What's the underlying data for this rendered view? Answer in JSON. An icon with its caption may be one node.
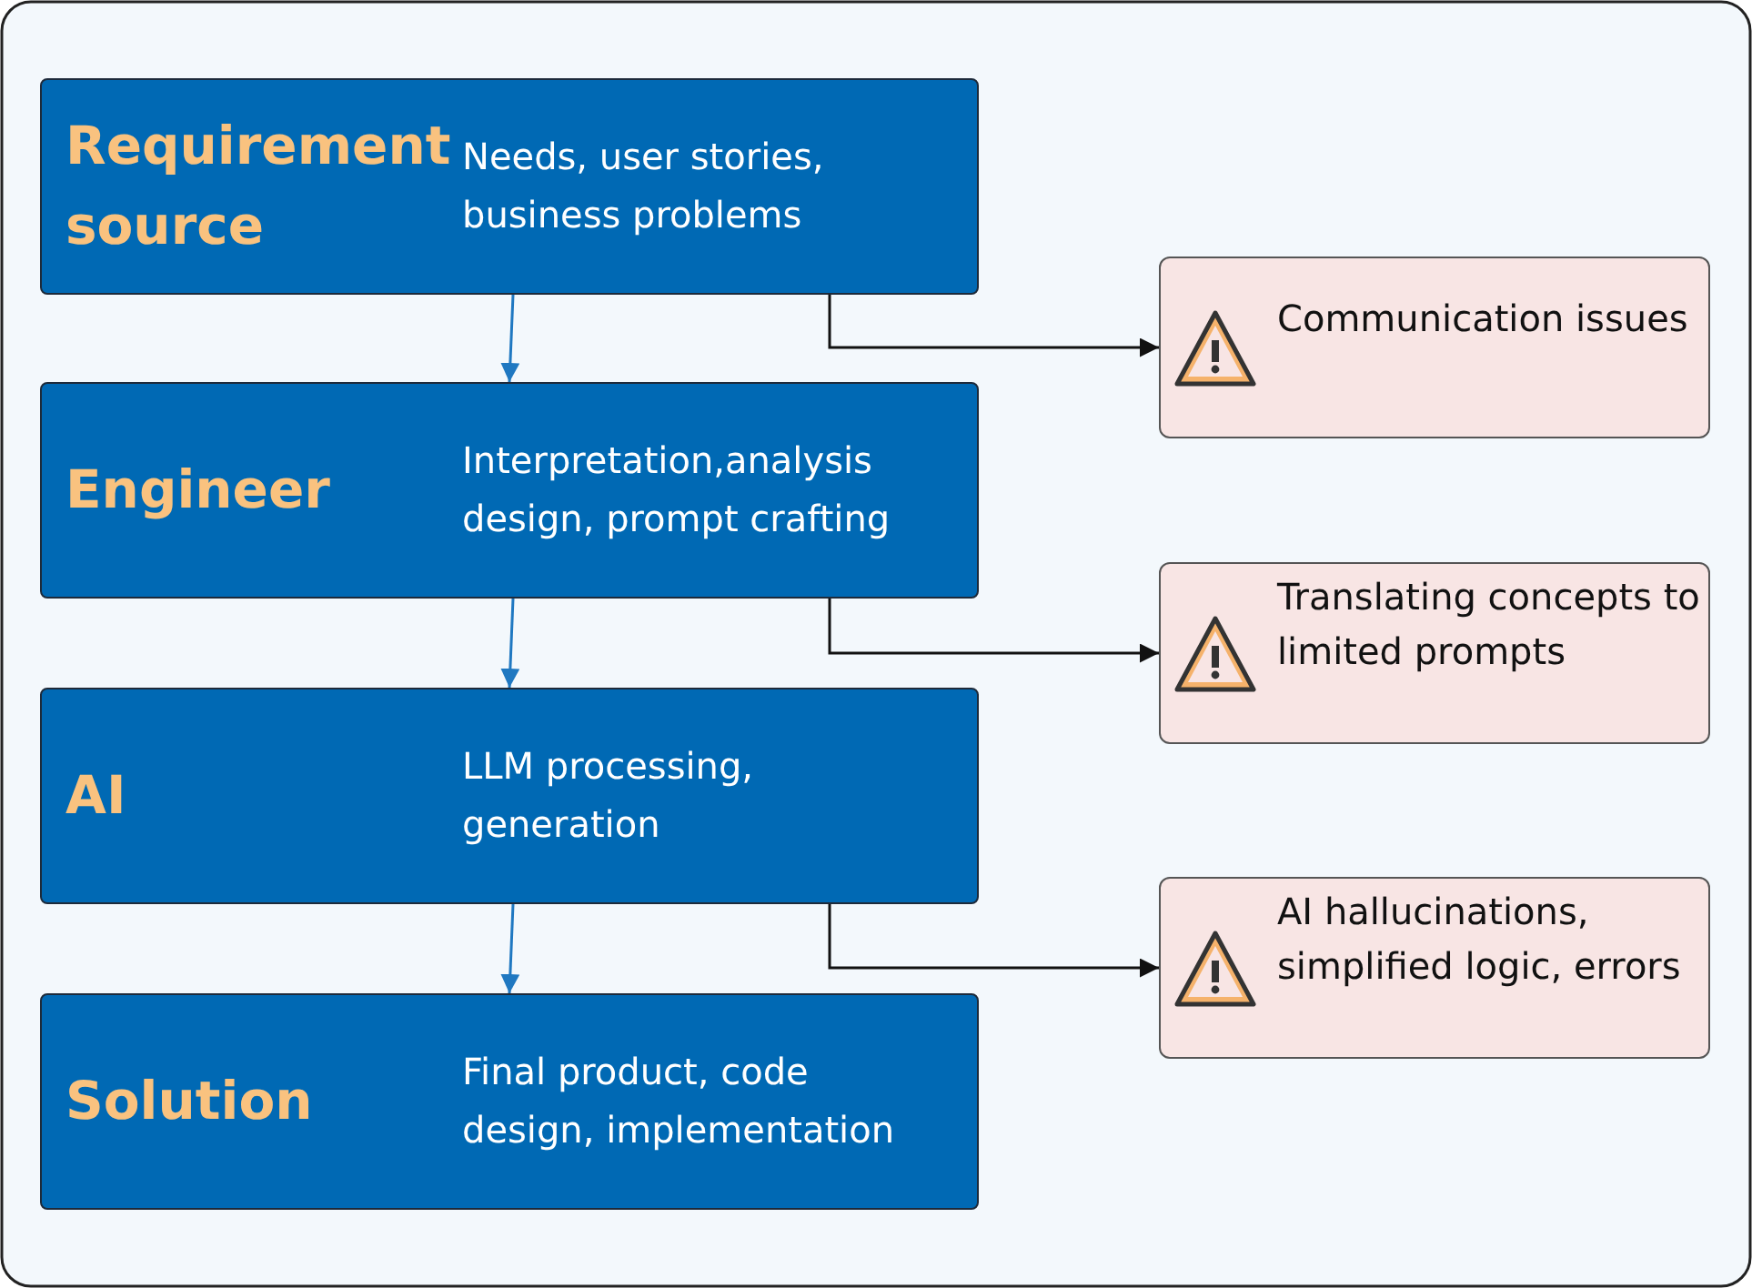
{
  "diagram": {
    "nodes": [
      {
        "text": [
          "Requirement source",
          "Needs, user stories, business problems"
        ]
      },
      {
        "text": [
          "Engineer",
          "Interpretation,analysis design, prompt crafting"
        ]
      },
      {
        "text": [
          "AI",
          "LLM processing, generation"
        ]
      },
      {
        "text": [
          "Solution",
          "Final product, code design, implementation"
        ]
      },
      {
        "text": [
          "Communication issues"
        ]
      },
      {
        "text": [
          "Translating concepts to limited prompts"
        ]
      },
      {
        "text": [
          "AI hallucinations, simplified logic, errors"
        ]
      }
    ],
    "edges": [
      {
        "from": 0,
        "to": 1,
        "arrow": "to",
        "color": "#1f78c1"
      },
      {
        "from": 1,
        "to": 2,
        "arrow": "to",
        "color": "#1f78c1"
      },
      {
        "from": 2,
        "to": 3,
        "arrow": "to",
        "color": "#1f78c1"
      },
      {
        "from": 0,
        "to": 4,
        "arrow": "to",
        "color": "#111111"
      },
      {
        "from": 1,
        "to": 5,
        "arrow": "to",
        "color": "#111111"
      },
      {
        "from": 2,
        "to": 6,
        "arrow": "to",
        "color": "#111111"
      }
    ]
  }
}
